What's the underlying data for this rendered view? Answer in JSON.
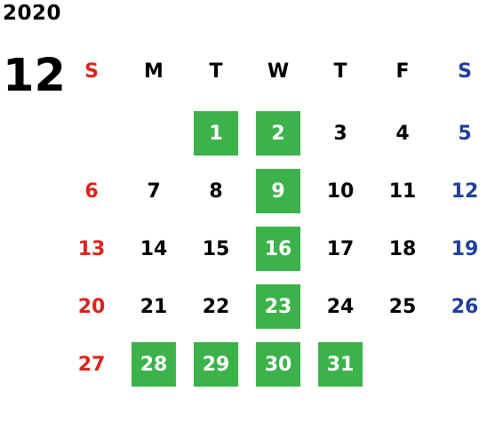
{
  "calendar": {
    "year": "2020",
    "month": "12",
    "weekdays": [
      "S",
      "M",
      "T",
      "W",
      "T",
      "F",
      "S"
    ],
    "highlight_color": "#3bb34a",
    "sunday_color": "#d8261c",
    "saturday_color": "#1f3f9a",
    "weeks": [
      [
        "",
        "",
        "1",
        "2",
        "3",
        "4",
        "5"
      ],
      [
        "6",
        "7",
        "8",
        "9",
        "10",
        "11",
        "12"
      ],
      [
        "13",
        "14",
        "15",
        "16",
        "17",
        "18",
        "19"
      ],
      [
        "20",
        "21",
        "22",
        "23",
        "24",
        "25",
        "26"
      ],
      [
        "27",
        "28",
        "29",
        "30",
        "31",
        "",
        ""
      ]
    ],
    "highlighted_days": [
      "1",
      "2",
      "9",
      "16",
      "23",
      "28",
      "29",
      "30",
      "31"
    ]
  }
}
